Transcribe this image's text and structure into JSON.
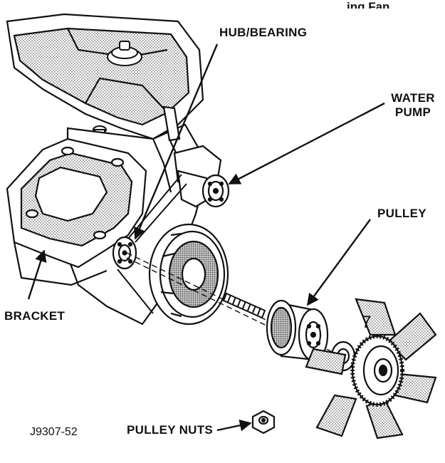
{
  "top_title_fragment": "…ing Fan",
  "labels": {
    "hub_bearing": "HUB/BEARING",
    "water_pump_line1": "WATER",
    "water_pump_line2": "PUMP",
    "pulley": "PULLEY",
    "bracket": "BRACKET",
    "pulley_nuts": "PULLEY NUTS"
  },
  "figure_id": "J9307-52",
  "colors": {
    "ink": "#111111",
    "shade": "#8a8a8a",
    "paper": "#ffffff"
  }
}
